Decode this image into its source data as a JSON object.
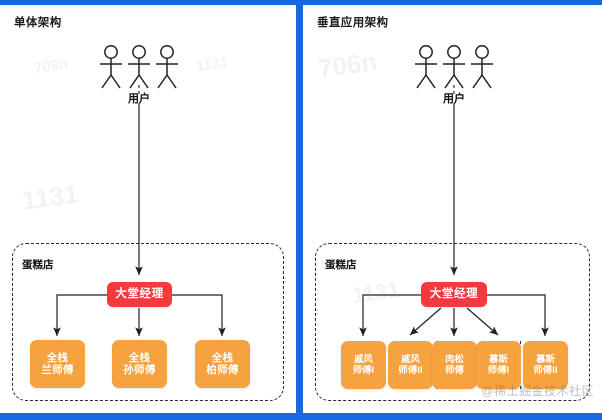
{
  "theme": {
    "frame_color": "#1668E3",
    "manager_color": "#F53A3F",
    "worker_color": "#F5A23F",
    "background": "#FFFFFF",
    "text_dark": "#111111"
  },
  "panels": [
    {
      "id": "monolithic",
      "title": "单体架构",
      "actor_label": "用户",
      "actor_count": 3,
      "container_label": "蛋糕店",
      "manager": {
        "label": "大堂经理"
      },
      "workers": [
        {
          "line1": "全栈",
          "line2": "兰师傅"
        },
        {
          "line1": "全栈",
          "line2": "孙师傅"
        },
        {
          "line1": "全栈",
          "line2": "柏师傅"
        }
      ],
      "group_separators": 0
    },
    {
      "id": "vertical-application",
      "title": "垂直应用架构",
      "actor_label": "用户",
      "actor_count": 3,
      "container_label": "蛋糕店",
      "manager": {
        "label": "大堂经理"
      },
      "workers": [
        {
          "line1": "戚风",
          "line2": "师傅I"
        },
        {
          "line1": "戚风",
          "line2": "师傅II"
        },
        {
          "line1": "肉松",
          "line2": "师傅"
        },
        {
          "line1": "慕斯",
          "line2": "师傅I"
        },
        {
          "line1": "慕斯",
          "line2": "师傅II"
        }
      ],
      "group_separators": 2
    }
  ],
  "watermarks": {
    "credit": "@稀土掘金技术社区",
    "faint": [
      "1131",
      "706n",
      "1131",
      "706n",
      "1131"
    ]
  }
}
